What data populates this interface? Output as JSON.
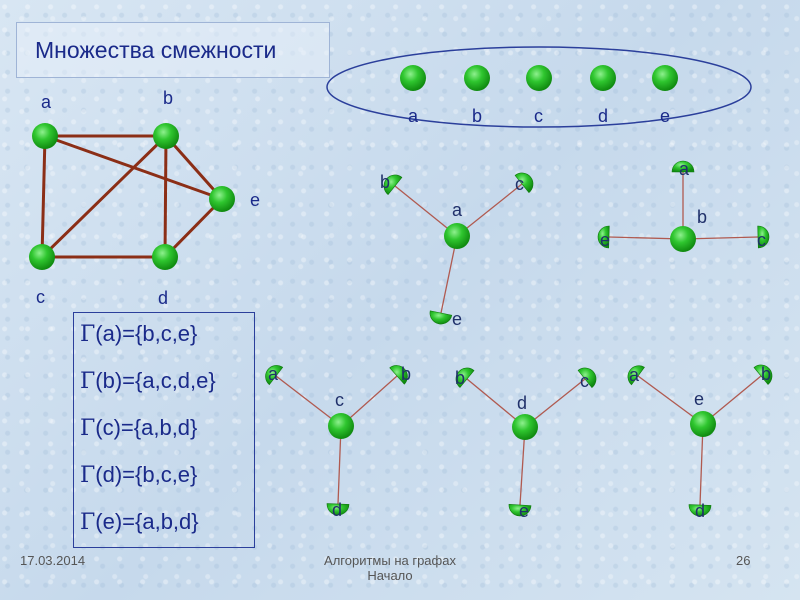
{
  "title": "Множества смежности",
  "colors": {
    "node_green": "#22bb22",
    "edge_brown": "#8b2e16",
    "spoke": "#b05a50",
    "text_blue": "#1a2a8a"
  },
  "graph": {
    "nodes": [
      {
        "id": "a",
        "label": "a"
      },
      {
        "id": "b",
        "label": "b"
      },
      {
        "id": "c",
        "label": "c"
      },
      {
        "id": "d",
        "label": "d"
      },
      {
        "id": "e",
        "label": "e"
      }
    ],
    "edges": [
      [
        "a",
        "b"
      ],
      [
        "a",
        "c"
      ],
      [
        "a",
        "e"
      ],
      [
        "b",
        "c"
      ],
      [
        "b",
        "d"
      ],
      [
        "b",
        "e"
      ],
      [
        "c",
        "d"
      ],
      [
        "d",
        "e"
      ]
    ]
  },
  "vertex_set": [
    "a",
    "b",
    "c",
    "d",
    "e"
  ],
  "adjacency_sets": [
    {
      "vertex": "a",
      "neighbors": [
        "b",
        "c",
        "e"
      ],
      "text": "(a)={b,c,e}"
    },
    {
      "vertex": "b",
      "neighbors": [
        "a",
        "c",
        "d",
        "e"
      ],
      "text": "(b)={a,c,d,e}"
    },
    {
      "vertex": "c",
      "neighbors": [
        "a",
        "b",
        "d"
      ],
      "text": "(c)={a,b,d}"
    },
    {
      "vertex": "d",
      "neighbors": [
        "b",
        "c",
        "e"
      ],
      "text": "(d)={b,c,e}"
    },
    {
      "vertex": "e",
      "neighbors": [
        "a",
        "b",
        "d"
      ],
      "text": "(e)={a,b,d}"
    }
  ],
  "gamma": "Γ",
  "footer": {
    "date": "17.03.2014",
    "line1": "Алгоритмы на графах",
    "line2": "Начало",
    "page": "26"
  }
}
